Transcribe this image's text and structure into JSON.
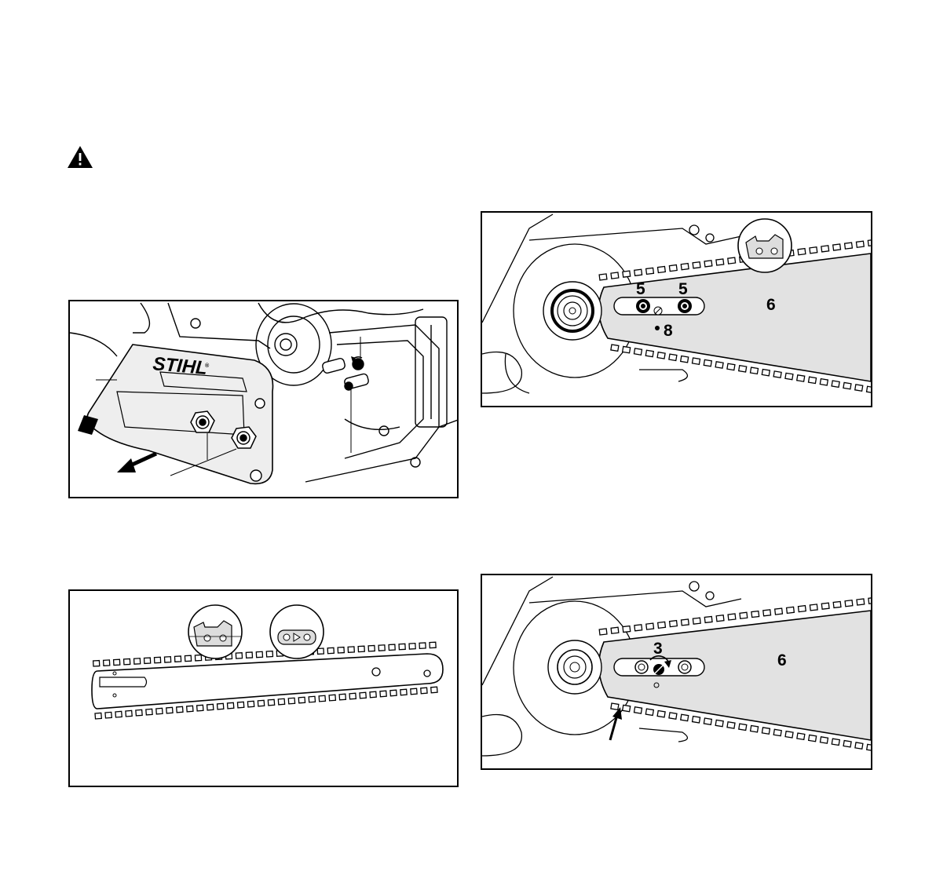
{
  "warning_icon": "warning-triangle-icon",
  "figures": {
    "cover_removal": {
      "brand_text": "STIHL",
      "brand_mark": "®"
    },
    "chain_loop": {},
    "bar_mount": {
      "callouts": [
        "5",
        "5",
        "6",
        "8"
      ]
    },
    "chain_tension": {
      "callouts": [
        "3",
        "6"
      ]
    }
  },
  "colors": {
    "bar_fill": "#e2e2e2",
    "ink": "#000000",
    "paper": "#ffffff"
  }
}
